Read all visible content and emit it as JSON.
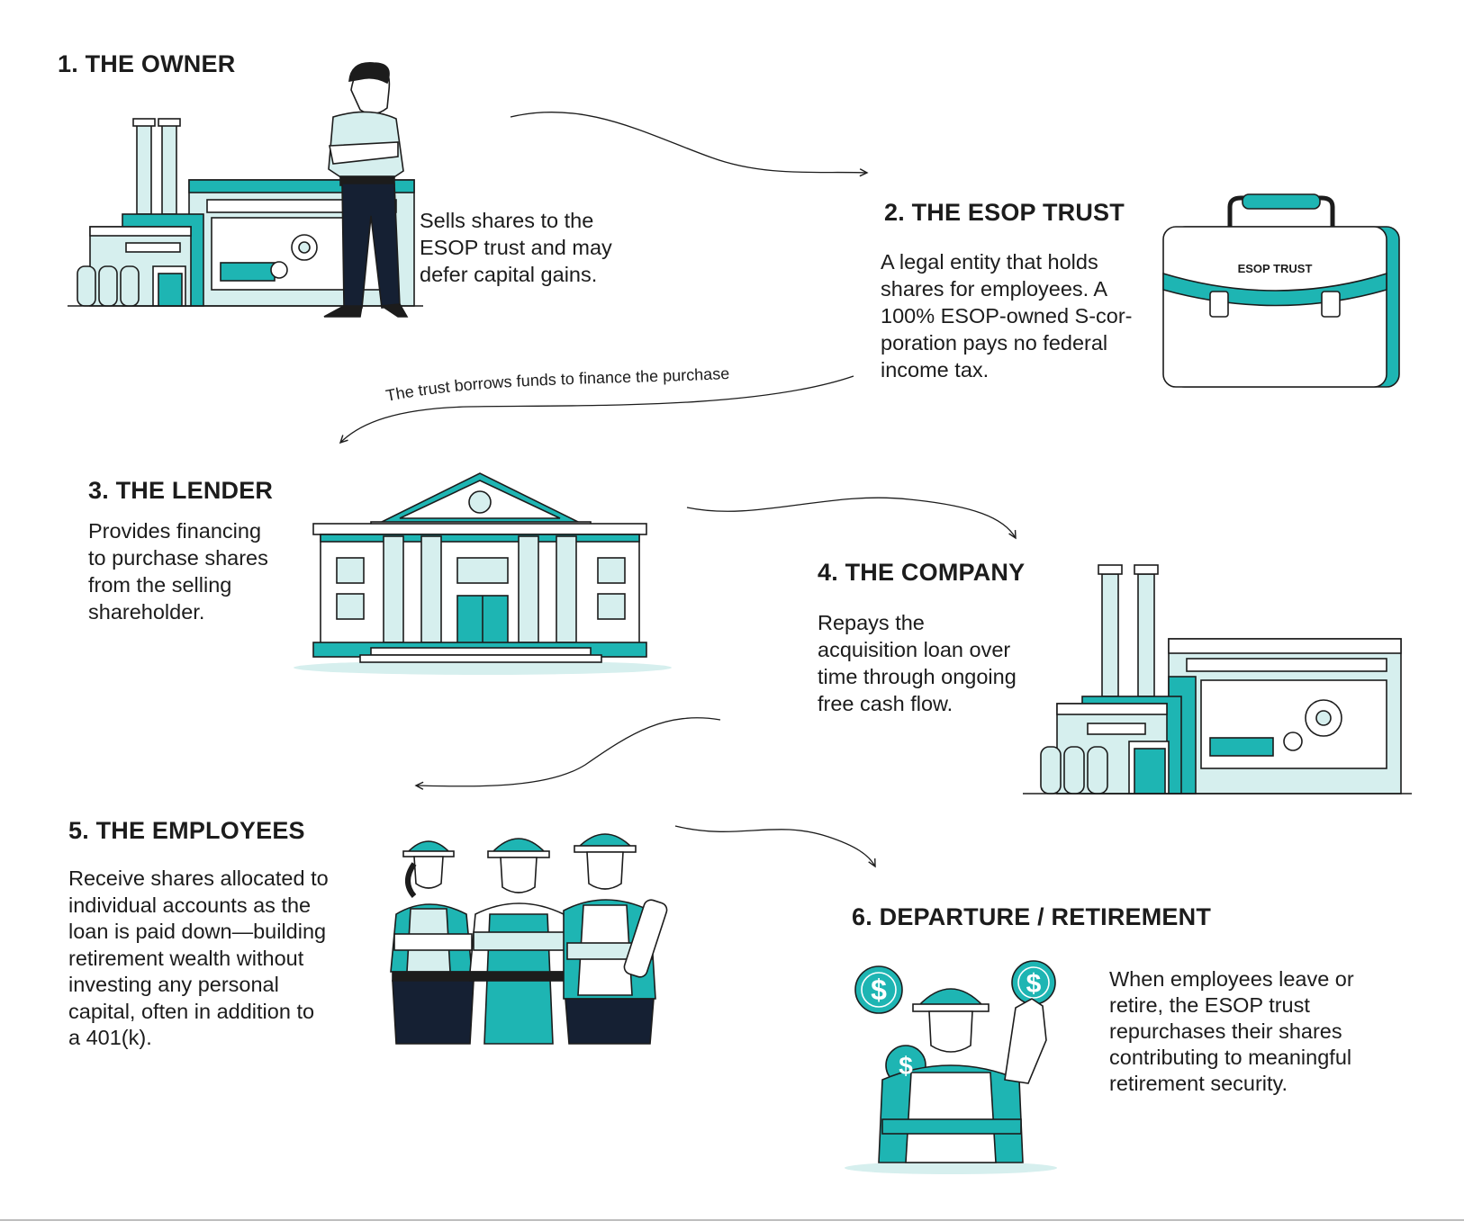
{
  "colors": {
    "teal": "#1eb5b3",
    "teal_light": "#d6efee",
    "ink": "#1c1c1c",
    "navy": "#152033"
  },
  "steps": [
    {
      "title": "1. THE OWNER",
      "lines": [
        "Sells shares to the",
        "ESOP trust and may",
        "defer capital gains."
      ]
    },
    {
      "title": "2. THE ESOP TRUST",
      "lines": [
        "A legal entity that holds",
        "shares for employees. A",
        "100% ESOP-owned S-cor-",
        "poration pays no federal",
        "income tax."
      ]
    },
    {
      "title": "3. THE LENDER",
      "lines": [
        "Provides financing",
        "to purchase shares",
        "from the selling",
        "shareholder."
      ]
    },
    {
      "title": "4. THE COMPANY",
      "lines": [
        "Repays the",
        "acquisition loan over",
        "time through ongoing",
        "free cash flow."
      ]
    },
    {
      "title": "5. THE EMPLOYEES",
      "lines": [
        "Receive shares allocated to",
        "individual accounts as the",
        "loan is paid down—building",
        "retirement wealth without",
        "investing any personal",
        "capital, often in addition to",
        "a 401(k)."
      ]
    },
    {
      "title": "6. DEPARTURE / RETIREMENT",
      "lines": [
        "When employees leave or",
        "retire, the ESOP trust",
        "repurchases their shares",
        "contributing to meaningful",
        "retirement security."
      ]
    }
  ],
  "briefcase_label": "ESOP TRUST",
  "arrow_caption": "The trust borrows funds to finance the purchase",
  "coin_symbol": "$"
}
